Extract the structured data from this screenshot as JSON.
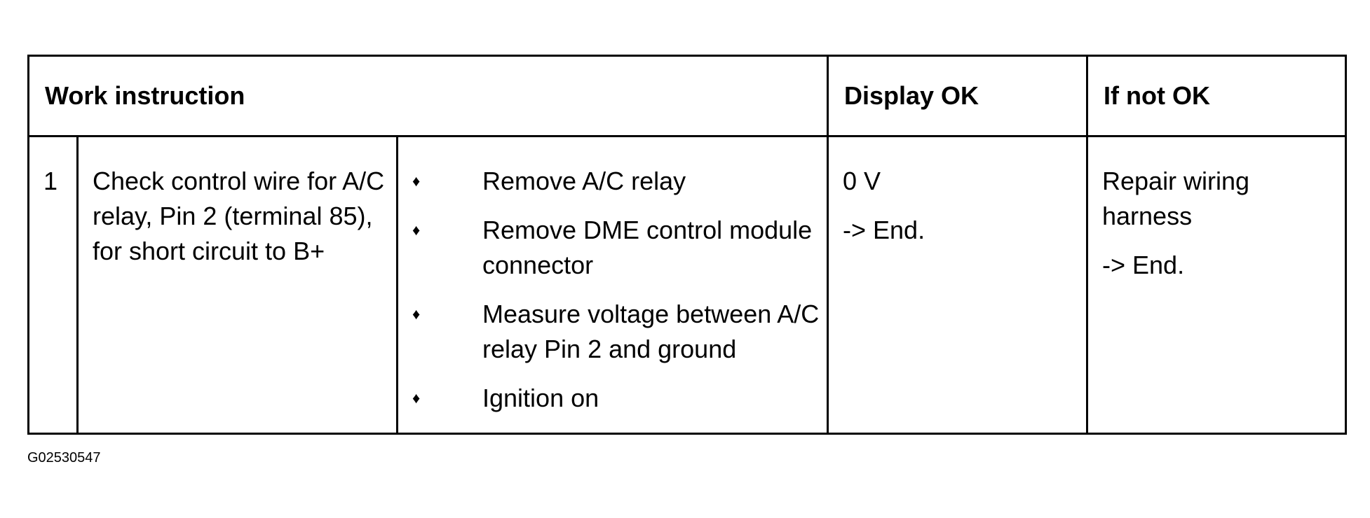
{
  "table": {
    "headers": {
      "work_instruction": "Work instruction",
      "display_ok": "Display OK",
      "if_not_ok": "If not OK"
    },
    "rows": [
      {
        "number": "1",
        "description": "Check control wire for A/C relay, Pin 2 (terminal 85), for short circuit to B+",
        "steps": [
          "Remove A/C relay",
          "Remove DME control module connector",
          "Measure voltage between A/C relay Pin 2 and ground",
          "Ignition on"
        ],
        "display_ok": {
          "value": "0 V",
          "next": "-> End."
        },
        "if_not_ok": {
          "action": "Repair wiring harness",
          "next": "-> End."
        }
      }
    ]
  },
  "bullet_glyph": "♦",
  "figure_id": "G02530547"
}
